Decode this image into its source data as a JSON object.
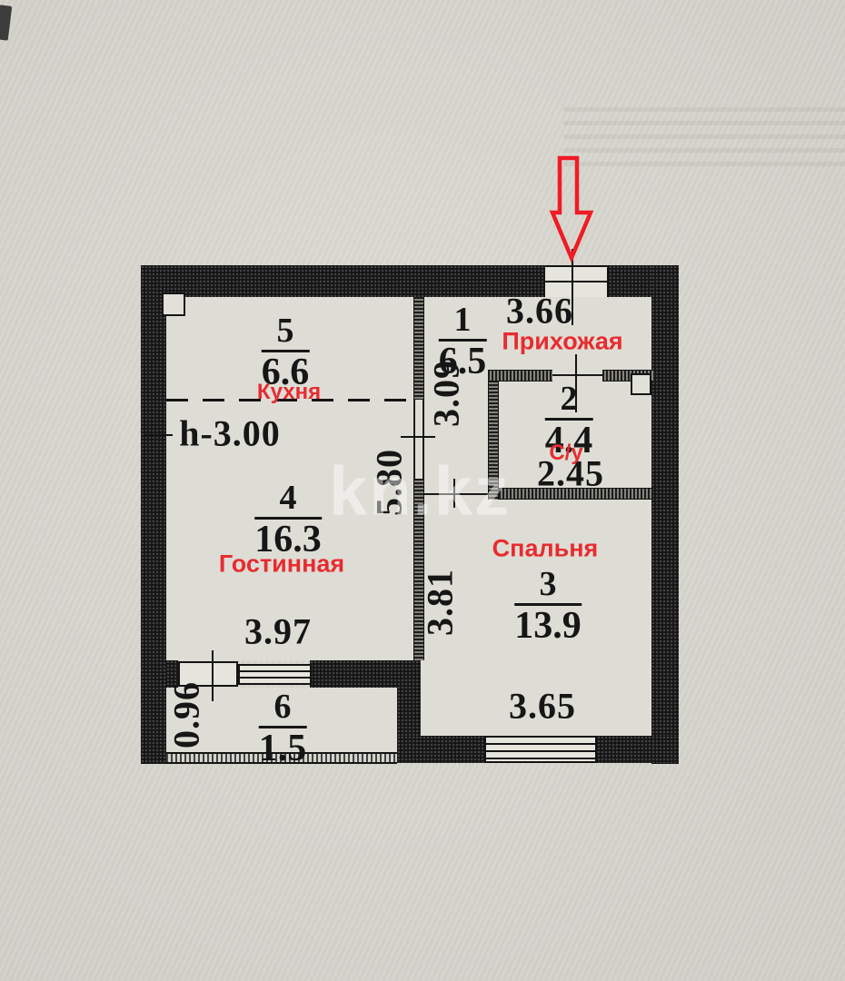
{
  "watermark": "kn.kz",
  "ceiling_height": "h-3.00",
  "rooms": {
    "kitchen": {
      "number": "5",
      "area": "6.6",
      "label": "Кухня"
    },
    "hallway": {
      "number": "1",
      "area": "6.5",
      "label": "Прихожая"
    },
    "bathroom": {
      "number": "2",
      "area": "4.4",
      "label": "С/у"
    },
    "living": {
      "number": "4",
      "area": "16.3",
      "label": "Гостинная"
    },
    "bedroom": {
      "number": "3",
      "area": "13.9",
      "label": "Спальня"
    },
    "balcony": {
      "number": "6",
      "area": "1.5"
    }
  },
  "dimensions": {
    "hallway_width": "3.66",
    "hallway_depth": "3.09",
    "left_depth": "5.80",
    "bathroom_width": "2.45",
    "bedroom_depth": "3.81",
    "living_width": "3.97",
    "bedroom_width": "3.65",
    "balcony_depth": "0.96"
  },
  "colors": {
    "paper": "#d8d7cf",
    "wall": "#161616",
    "accent_red": "#e72c30",
    "ink": "#161616"
  },
  "icons": {
    "entrance_arrow": "down-arrow"
  }
}
